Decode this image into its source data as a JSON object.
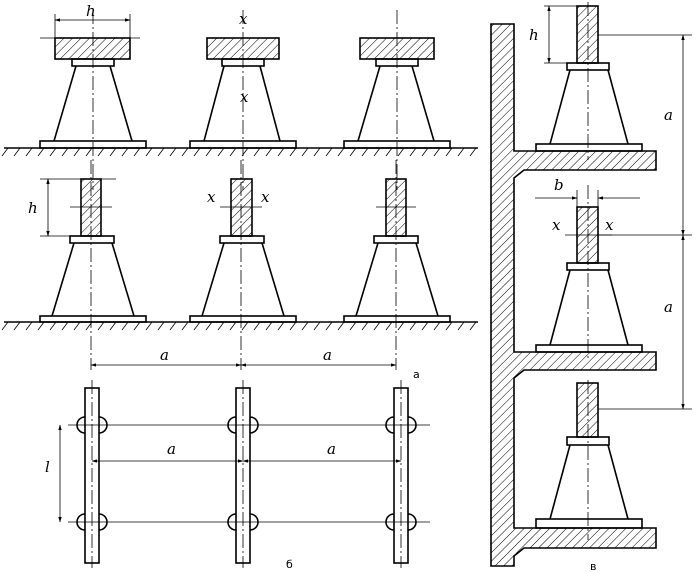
{
  "labels": {
    "h": "h",
    "x": "x",
    "a": "a",
    "l": "l",
    "b": "b"
  },
  "captions": {
    "a": "a",
    "b": "б",
    "c": "в"
  }
}
